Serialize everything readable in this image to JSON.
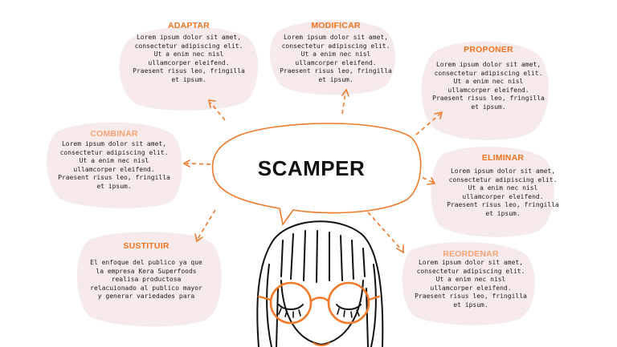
{
  "center": {
    "title": "SCAMPER"
  },
  "nodes": [
    {
      "key": "adaptar",
      "title": "ADAPTAR",
      "text": "Lorem ipsum dolor sit amet,\nconsectetur adipiscing elit.\nUt a enim nec nisl\nullamcorper eleifend.\nPraesent risus leo, fringilla\net ipsum."
    },
    {
      "key": "modificar",
      "title": "MODIFICAR",
      "text": "Lorem ipsum dolor sit amet,\nconsectetur adipiscing elit.\nUt a enim nec nisl\nullamcorper eleifend.\nPraesent risus leo, fringilla\net ipsum."
    },
    {
      "key": "proponer",
      "title": "PROPONER",
      "text": "Lorem ipsum dolor sit amet,\nconsectetur adipiscing elit.\nUt a enim nec nisl\nullamcorper eleifend.\nPraesent risus leo, fringilla\net ipsum."
    },
    {
      "key": "combinar",
      "title": "COMBINAR",
      "text": "Lorem ipsum dolor sit amet,\nconsectetur adipiscing elit.\nUt a enim nec nisl\nullamcorper eleifend.\nPraesent risus leo, fringilla\net ipsum."
    },
    {
      "key": "eliminar",
      "title": "ELIMINAR",
      "text": "Lorem ipsum dolor sit amet,\nconsectetur adipiscing elit.\nUt a enim nec nisl\nullamcorper eleifend.\nPraesent risus leo, fringilla\net ipsum."
    },
    {
      "key": "sustituir",
      "title": "SUSTITUIR",
      "text": "El enfoque del publico ya que\nla empresa Kera Superfoods\nrealisa productosa\nrelacuionado al publico mayor\ny generar variedades para"
    },
    {
      "key": "reordenar",
      "title": "REORDENAR",
      "text": "Lorem ipsum dolor sit amet,\nconsectetur adipiscing elit.\nUt a enim nec nisl\nullamcorper eleifend.\nPraesent risus leo, fringilla\net ipsum."
    }
  ],
  "colors": {
    "accent": "#f0731f",
    "accent_faded": "#f5a277",
    "blob": "#f6eaea",
    "outline": "#111111",
    "bubble": "#f07a2a"
  }
}
